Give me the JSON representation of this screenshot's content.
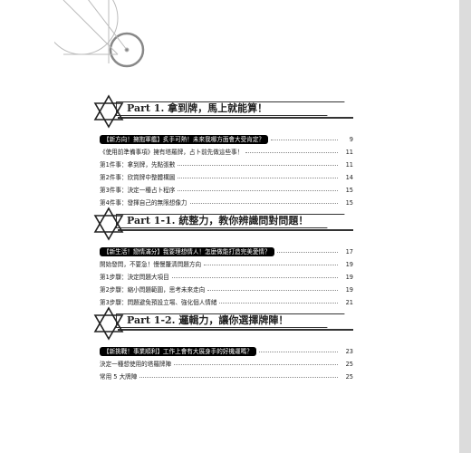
{
  "sections": [
    {
      "title": "Part 1. 拿到牌，馬上就能算！",
      "entries": [
        {
          "text": "【新方向！擁抱軍艦】炙手可熱！未來我哪方面會大受肯定？",
          "page": "9",
          "highlight": true
        },
        {
          "text": "《使用前準備事項》擁有塔羅牌，占卜前先做這些事！",
          "page": "11",
          "highlight": false
        },
        {
          "text": "第1件事：拿到牌，先點張數",
          "page": "11",
          "highlight": false
        },
        {
          "text": "第2件事：欣賞牌中整體構圖",
          "page": "14",
          "highlight": false
        },
        {
          "text": "第3件事：決定一種占卜程序",
          "page": "15",
          "highlight": false
        },
        {
          "text": "第4件事：發揮自己的無限想像力",
          "page": "15",
          "highlight": false
        }
      ]
    },
    {
      "title": "Part 1-1. 統整力，教你辨識問對問題！",
      "entries": [
        {
          "text": "【新生活！戀情滿分】我要理想情人！怎麼做能打造完美愛情？",
          "page": "17",
          "highlight": true
        },
        {
          "text": "開始發問，不要急！慢慢釐清問題方向",
          "page": "19",
          "highlight": false
        },
        {
          "text": "第1步驟：決定問題大項目",
          "page": "19",
          "highlight": false
        },
        {
          "text": "第2步驟：縮小問題範圍，思考未來走向",
          "page": "19",
          "highlight": false
        },
        {
          "text": "第3步驟：問題避免預設立場、強化個人情緒",
          "page": "21",
          "highlight": false
        }
      ]
    },
    {
      "title": "Part 1-2. 邏輯力，讓你選擇牌陣！",
      "entries": [
        {
          "text": "【新挑戰！事業順利】工作上會有大展身手的好機運嗎？",
          "page": "23",
          "highlight": true
        },
        {
          "text": "決定一種想使用的塔羅牌陣",
          "page": "25",
          "highlight": false
        },
        {
          "text": "常用 5 大牌陣",
          "page": "25",
          "highlight": false
        }
      ]
    }
  ]
}
